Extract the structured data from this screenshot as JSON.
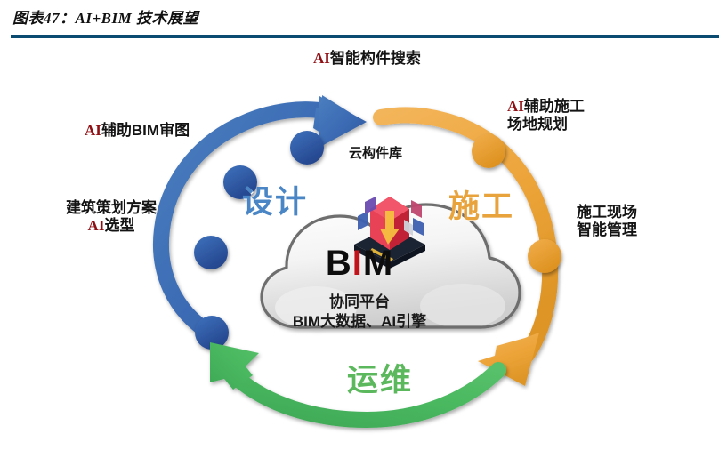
{
  "figure": {
    "caption": "图表47：AI+BIM 技术展望",
    "rule_color": "#0a4b72"
  },
  "diagram": {
    "type": "cycle-diagram",
    "stages": [
      {
        "id": "design",
        "label": "设计",
        "color": "#4a86c5",
        "arc_color": "#3a62ab"
      },
      {
        "id": "build",
        "label": "施工",
        "color": "#e8a33d",
        "arc_color": "#e8a33d"
      },
      {
        "id": "ops",
        "label": "运维",
        "color": "#5cb85c",
        "arc_color": "#3cab55"
      }
    ],
    "labels": {
      "search": {
        "ai": "AI",
        "text": "智能构件搜索"
      },
      "review": {
        "ai": "AI",
        "text": "辅助BIM审图"
      },
      "planning": {
        "line1": "建筑策划方案",
        "ai": "AI",
        "line2_rest": "选型"
      },
      "site": {
        "ai": "AI",
        "line1_rest": "辅助施工",
        "line2": "场地规划"
      },
      "mgmt": {
        "line1": "施工现场",
        "line2": "智能管理"
      }
    },
    "cloud_library": {
      "label": "云构件库",
      "icon": "cloud-component-library-icon"
    },
    "center_cloud": {
      "title_b": "B",
      "title_i": "I",
      "title_m": "M",
      "line1": "协同平台",
      "line2": "BIM大数据、AI引擎",
      "accent_color": "#c0141a"
    }
  }
}
